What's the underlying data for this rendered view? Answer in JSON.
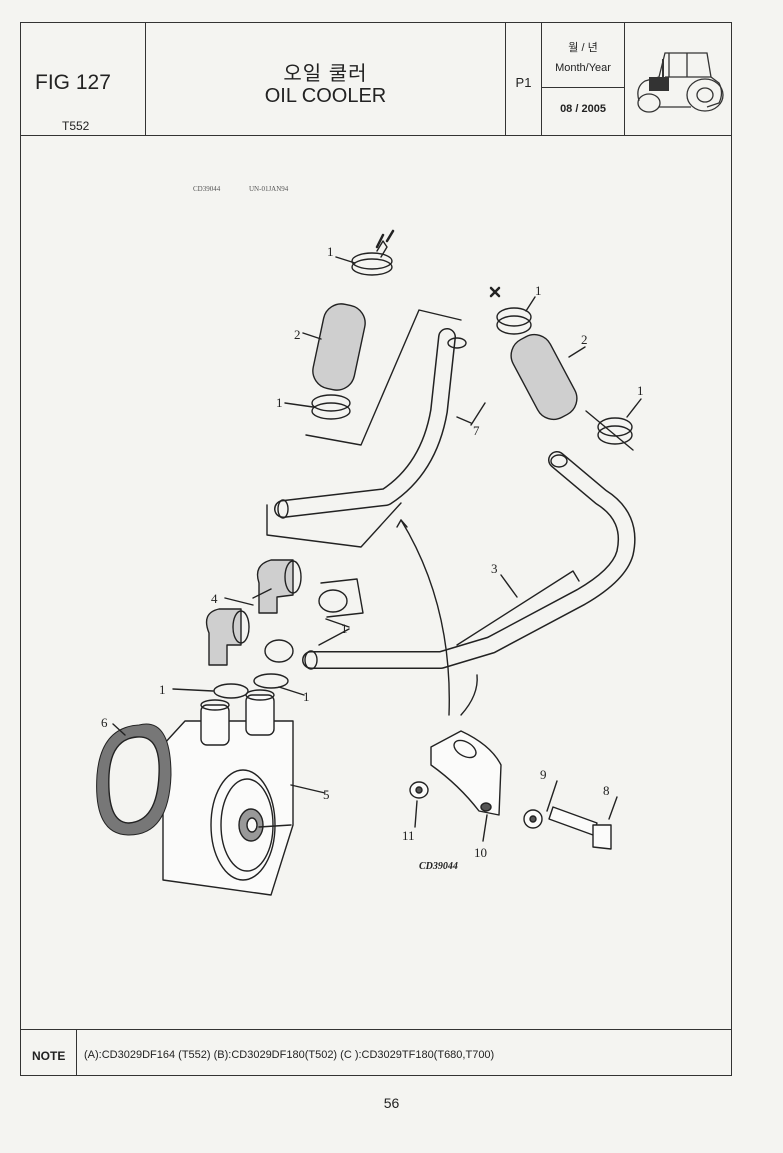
{
  "header": {
    "fig": "FIG 127",
    "model": "T552",
    "title_ko": "오일 쿨러",
    "title_en": "OIL COOLER",
    "page_ref": "P1",
    "month_year_ko": "월 / 년",
    "month_year_en": "Month/Year",
    "date": "08 / 2005"
  },
  "drawing": {
    "code_left": "CD39044",
    "code_right": "UN-01JAN94",
    "ref_code": "CD39044",
    "callouts": [
      "1",
      "2",
      "1",
      "1",
      "2",
      "1",
      "7",
      "3",
      "4",
      "1",
      "1",
      "1",
      "6",
      "5",
      "9",
      "8",
      "11",
      "10"
    ]
  },
  "note": {
    "label": "NOTE",
    "text": "(A):CD3029DF164 (T552)  (B):CD3029DF180(T502)  (C ):CD3029TF180(T680,T700)"
  },
  "page_number": "56"
}
